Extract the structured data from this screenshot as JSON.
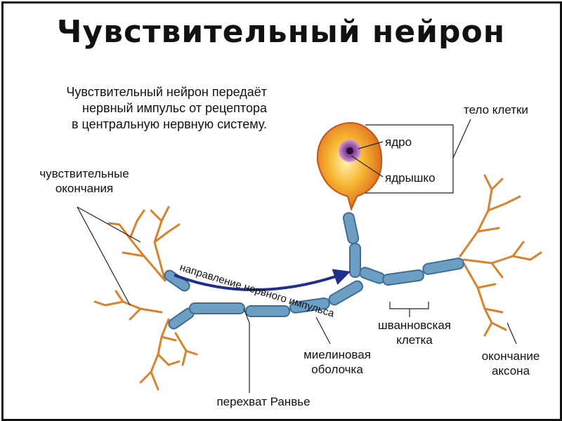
{
  "title": "Чувствительный нейрон",
  "description": [
    "Чувствительный нейрон передаёт",
    "нервный импульс от рецептора",
    "в центральную нервную систему."
  ],
  "labels": {
    "sensory_endings": [
      "чувствительные",
      "окончания"
    ],
    "cell_body": "тело клетки",
    "nucleus": "ядро",
    "nucleolus": "ядрышко",
    "impulse_direction": "направление нервного импульса",
    "schwann_cell": [
      "шванновская",
      "клетка"
    ],
    "myelin_sheath": [
      "миелиновая",
      "оболочка"
    ],
    "ranvier_node": "перехват Ранвье",
    "axon_ending": [
      "окончание",
      "аксона"
    ]
  },
  "colors": {
    "axon": "#6d9fc4",
    "axon_outline": "#3d6d93",
    "branch": "#d9822b",
    "cell_body": "#f2a51c",
    "arrow": "#1f2f8a"
  }
}
